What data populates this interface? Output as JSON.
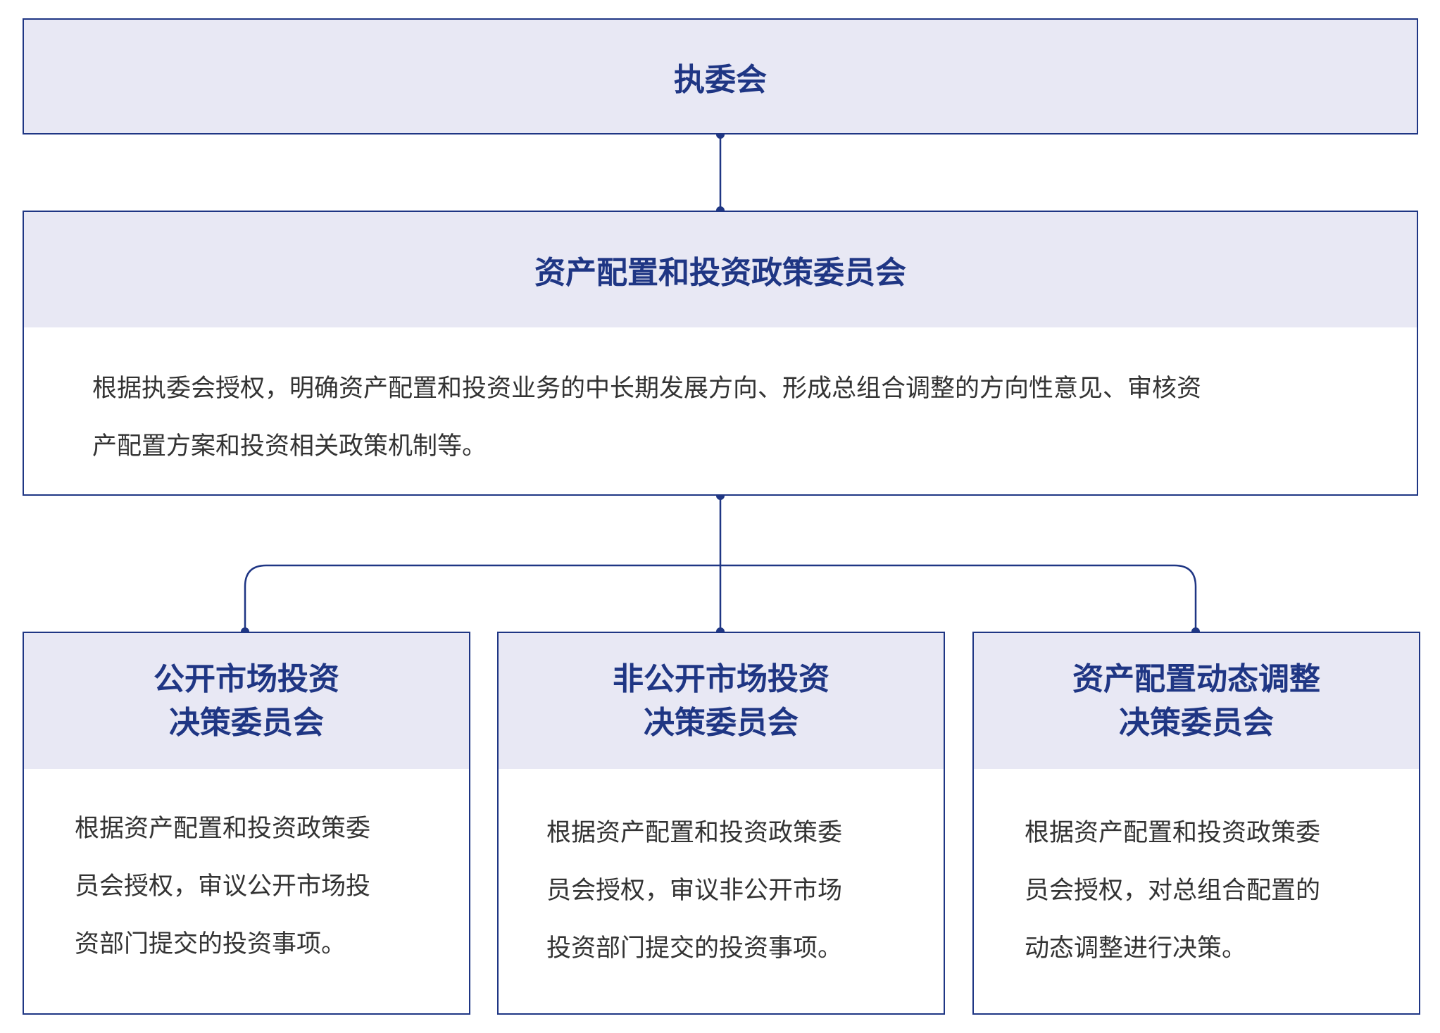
{
  "top": {
    "title": "执委会"
  },
  "middle": {
    "title": "资产配置和投资政策委员会",
    "description_lines": [
      "根据执委会授权，明确资产配置和投资业务的中长期发展方向、形成总组合调整的方向性意见、审核资",
      "产配置方案和投资相关政策机制等。"
    ]
  },
  "committees": [
    {
      "title_lines": [
        "公开市场投资",
        "决策委员会"
      ],
      "description_lines": [
        "根据资产配置和投资政策委",
        "员会授权，审议公开市场投",
        "资部门提交的投资事项。"
      ]
    },
    {
      "title_lines": [
        "非公开市场投资",
        "决策委员会"
      ],
      "description_lines": [
        "根据资产配置和投资政策委",
        "员会授权，审议非公开市场",
        "投资部门提交的投资事项。"
      ]
    },
    {
      "title_lines": [
        "资产配置动态调整",
        "决策委员会"
      ],
      "description_lines": [
        "根据资产配置和投资政策委",
        "员会授权，对总组合配置的",
        "动态调整进行决策。"
      ]
    }
  ],
  "colors": {
    "border": "#1f3684",
    "title_text": "#1f3684",
    "header_fill": "#e8e8f4",
    "body_text": "#333333"
  }
}
